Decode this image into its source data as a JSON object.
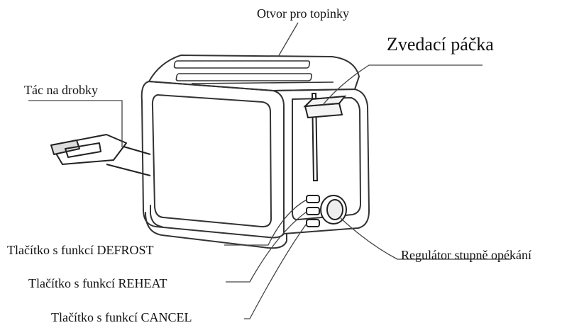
{
  "diagram": {
    "labels": {
      "bread_slot": "Otvor pro topinky",
      "lift_lever": "Zvedací páčka",
      "crumb_tray": "Tác na drobky",
      "defrost_button": "Tlačítko s funkcí DEFROST",
      "reheat_button": "Tlačítko s funkcí REHEAT",
      "cancel_button": "Tlačítko s funkcí CANCEL",
      "browning_control": "Regulátor stupně opékání"
    },
    "colors": {
      "line": "#333333",
      "leader": "#444444",
      "text": "#111111",
      "background": "#ffffff"
    }
  }
}
